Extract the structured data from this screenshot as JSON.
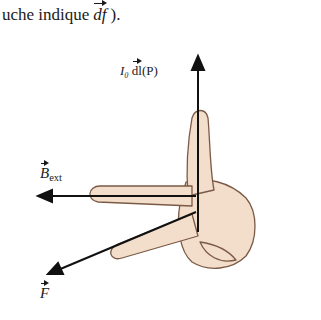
{
  "diagram": {
    "labels": [
      "uche indique",
      "df",
      ").",
      "I₀",
      "dl",
      "(P)",
      "B",
      "ext",
      "F"
    ]
  }
}
